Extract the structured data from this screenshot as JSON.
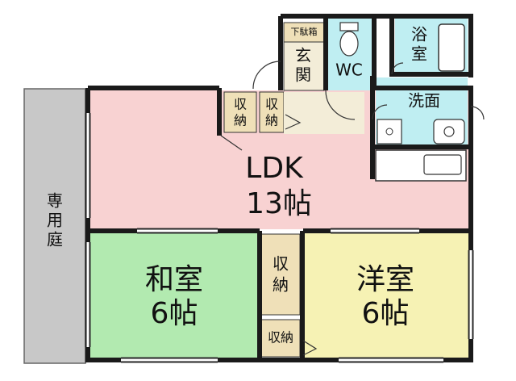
{
  "rooms": {
    "ldk": {
      "label": "LDK",
      "size": "13帖",
      "color": "#f8d2d2"
    },
    "washitsu": {
      "label": "和室",
      "size": "6帖",
      "color": "#b2eab0"
    },
    "youshitsu": {
      "label": "洋室",
      "size": "6帖",
      "color": "#f6f2b4"
    },
    "yokushitsu": {
      "label_line1": "浴",
      "label_line2": "室",
      "color": "#bfeef2"
    },
    "senmen": {
      "label": "洗面",
      "color": "#bfeef2"
    },
    "wc": {
      "label": "WC",
      "color": "#bfeef2"
    },
    "genkan": {
      "label_line1": "玄",
      "label_line2": "関",
      "color": "#f3edd8"
    },
    "getabako": {
      "label": "下駄箱",
      "color": "#efe0b8"
    },
    "senyoutei": {
      "label_line1": "専",
      "label_line2": "用",
      "label_line3": "庭",
      "color": "#c8c8c8"
    }
  },
  "storage": {
    "label_line1": "収",
    "label_line2": "納",
    "label_single": "収納",
    "color": "#efe0b8"
  },
  "colors": {
    "wall": "#1a1a1a",
    "outline": "#333333"
  }
}
